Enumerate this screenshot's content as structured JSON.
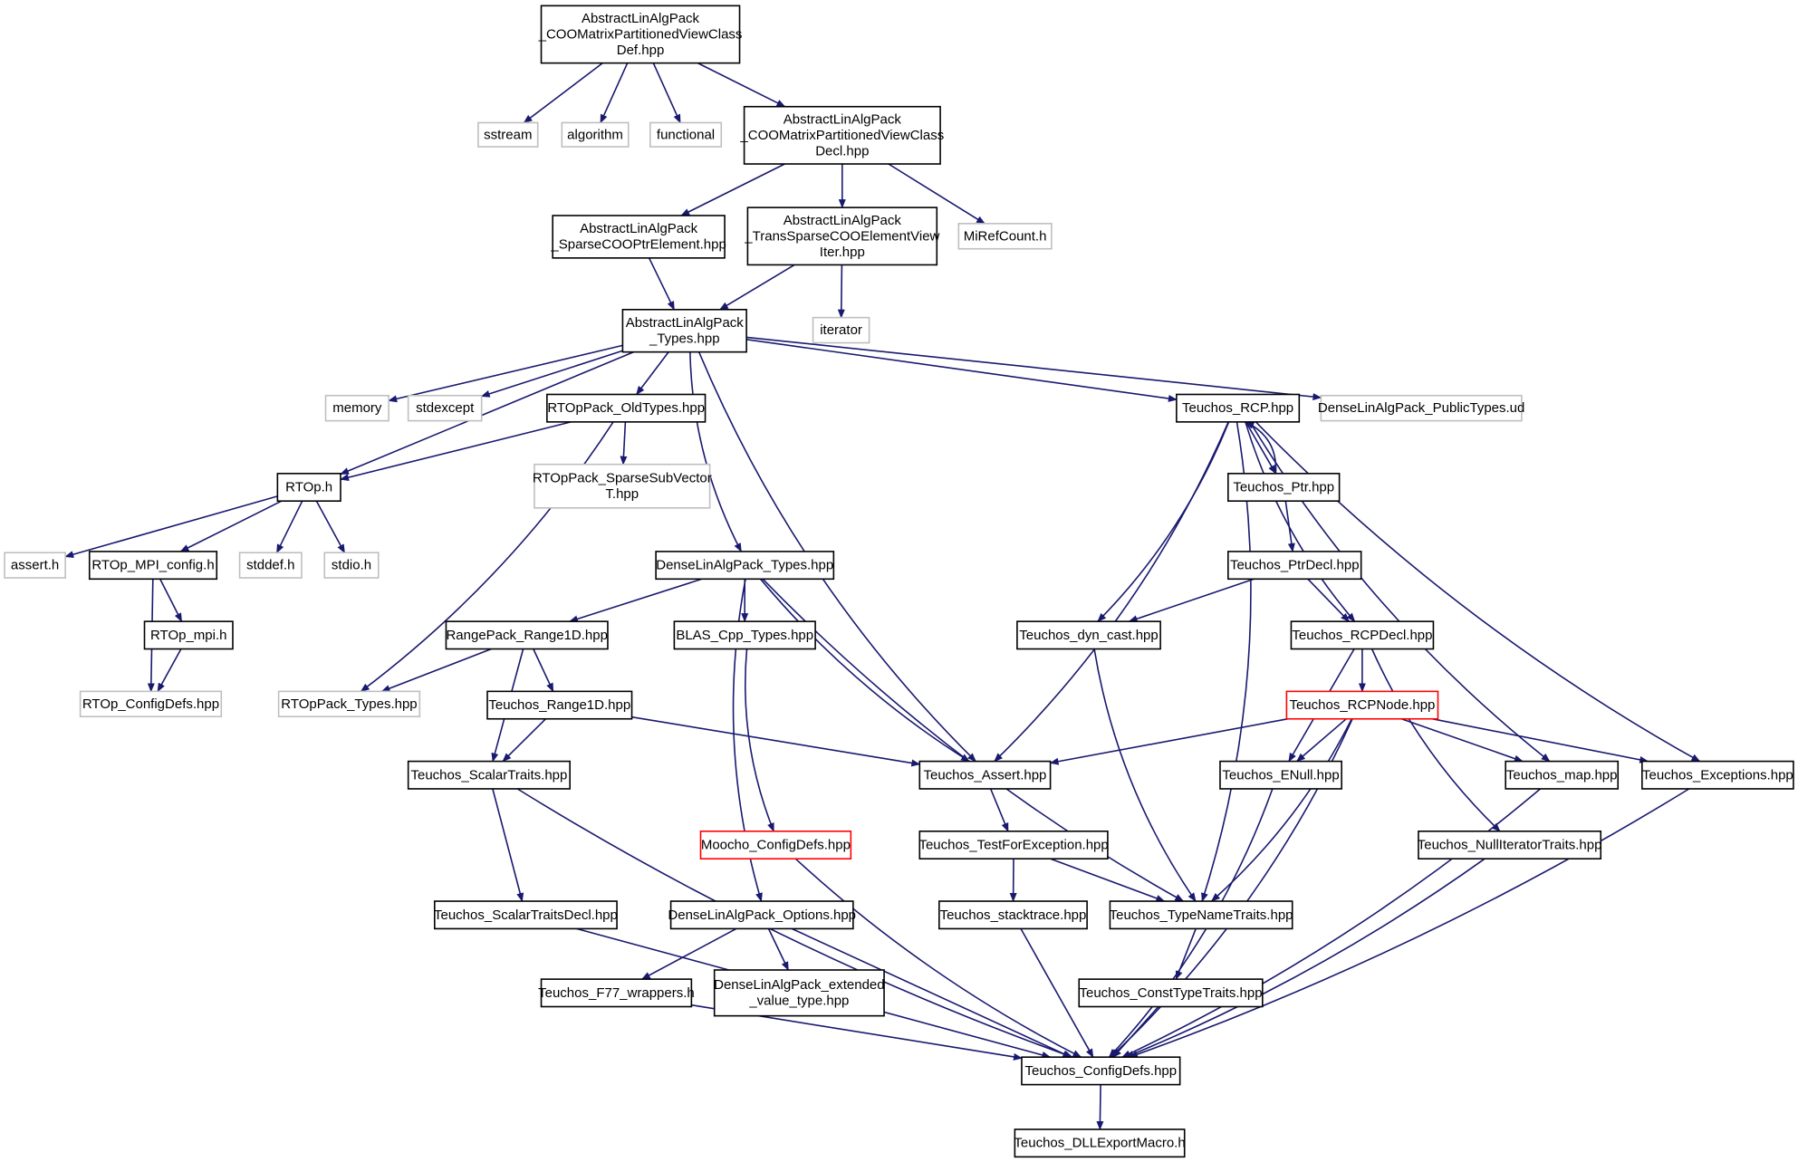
{
  "colors": {
    "edge": "#191970",
    "node_border": "#000000",
    "node_border_external": "#bfbfbf",
    "node_border_truncated": "#ff0000",
    "node_fill_root": "#bfbfbf",
    "node_fill": "#ffffff"
  },
  "nodes": [
    {
      "id": "root",
      "lines": [
        "AbstractLinAlgPack",
        "_COOMatrixPartitionedViewClass",
        "Def.hpp"
      ],
      "kind": "root"
    },
    {
      "id": "sstream",
      "lines": [
        "sstream"
      ],
      "kind": "external"
    },
    {
      "id": "algorithm",
      "lines": [
        "algorithm"
      ],
      "kind": "external"
    },
    {
      "id": "functional",
      "lines": [
        "functional"
      ],
      "kind": "external"
    },
    {
      "id": "decl",
      "lines": [
        "AbstractLinAlgPack",
        "_COOMatrixPartitionedViewClass",
        "Decl.hpp"
      ],
      "kind": "normal"
    },
    {
      "id": "sparsecoo",
      "lines": [
        "AbstractLinAlgPack",
        "_SparseCOOPtrElement.hpp"
      ],
      "kind": "normal"
    },
    {
      "id": "transsparse",
      "lines": [
        "AbstractLinAlgPack",
        "_TransSparseCOOElementView",
        "Iter.hpp"
      ],
      "kind": "normal"
    },
    {
      "id": "mirefcount",
      "lines": [
        "MiRefCount.h"
      ],
      "kind": "external"
    },
    {
      "id": "altypes",
      "lines": [
        "AbstractLinAlgPack",
        "_Types.hpp"
      ],
      "kind": "normal"
    },
    {
      "id": "iterator",
      "lines": [
        "iterator"
      ],
      "kind": "external"
    },
    {
      "id": "memory",
      "lines": [
        "memory"
      ],
      "kind": "external"
    },
    {
      "id": "stdexcept",
      "lines": [
        "stdexcept"
      ],
      "kind": "external"
    },
    {
      "id": "oldtypes",
      "lines": [
        "RTOpPack_OldTypes.hpp"
      ],
      "kind": "normal"
    },
    {
      "id": "rcp",
      "lines": [
        "Teuchos_RCP.hpp"
      ],
      "kind": "normal"
    },
    {
      "id": "publictypes",
      "lines": [
        "DenseLinAlgPack_PublicTypes.ud"
      ],
      "kind": "external"
    },
    {
      "id": "rtop",
      "lines": [
        "RTOp.h"
      ],
      "kind": "normal"
    },
    {
      "id": "sparsesubvec",
      "lines": [
        "RTOpPack_SparseSubVector",
        "T.hpp"
      ],
      "kind": "external"
    },
    {
      "id": "ptr",
      "lines": [
        "Teuchos_Ptr.hpp"
      ],
      "kind": "normal"
    },
    {
      "id": "asserth",
      "lines": [
        "assert.h"
      ],
      "kind": "external"
    },
    {
      "id": "mpiconfig",
      "lines": [
        "RTOp_MPI_config.h"
      ],
      "kind": "normal"
    },
    {
      "id": "stddef",
      "lines": [
        "stddef.h"
      ],
      "kind": "external"
    },
    {
      "id": "stdio",
      "lines": [
        "stdio.h"
      ],
      "kind": "external"
    },
    {
      "id": "dltypes",
      "lines": [
        "DenseLinAlgPack_Types.hpp"
      ],
      "kind": "normal"
    },
    {
      "id": "ptrdecl",
      "lines": [
        "Teuchos_PtrDecl.hpp"
      ],
      "kind": "normal"
    },
    {
      "id": "rtopmpi",
      "lines": [
        "RTOp_mpi.h"
      ],
      "kind": "normal"
    },
    {
      "id": "range1d",
      "lines": [
        "RangePack_Range1D.hpp"
      ],
      "kind": "normal"
    },
    {
      "id": "blas",
      "lines": [
        "BLAS_Cpp_Types.hpp"
      ],
      "kind": "normal"
    },
    {
      "id": "dyncast",
      "lines": [
        "Teuchos_dyn_cast.hpp"
      ],
      "kind": "normal"
    },
    {
      "id": "rcpdecl",
      "lines": [
        "Teuchos_RCPDecl.hpp"
      ],
      "kind": "normal"
    },
    {
      "id": "rtopconfig",
      "lines": [
        "RTOp_ConfigDefs.hpp"
      ],
      "kind": "external"
    },
    {
      "id": "rtoppacktypes",
      "lines": [
        "RTOpPack_Types.hpp"
      ],
      "kind": "external"
    },
    {
      "id": "trange1d",
      "lines": [
        "Teuchos_Range1D.hpp"
      ],
      "kind": "normal"
    },
    {
      "id": "rcpnode",
      "lines": [
        "Teuchos_RCPNode.hpp"
      ],
      "kind": "truncated"
    },
    {
      "id": "scalartraits",
      "lines": [
        "Teuchos_ScalarTraits.hpp"
      ],
      "kind": "normal"
    },
    {
      "id": "tassert",
      "lines": [
        "Teuchos_Assert.hpp"
      ],
      "kind": "normal"
    },
    {
      "id": "enull",
      "lines": [
        "Teuchos_ENull.hpp"
      ],
      "kind": "normal"
    },
    {
      "id": "tmap",
      "lines": [
        "Teuchos_map.hpp"
      ],
      "kind": "normal"
    },
    {
      "id": "texceptions",
      "lines": [
        "Teuchos_Exceptions.hpp"
      ],
      "kind": "normal"
    },
    {
      "id": "moocho",
      "lines": [
        "Moocho_ConfigDefs.hpp"
      ],
      "kind": "truncated"
    },
    {
      "id": "testfor",
      "lines": [
        "Teuchos_TestForException.hpp"
      ],
      "kind": "normal"
    },
    {
      "id": "nulliter",
      "lines": [
        "Teuchos_NullIteratorTraits.hpp"
      ],
      "kind": "normal"
    },
    {
      "id": "scalartraitsdecl",
      "lines": [
        "Teuchos_ScalarTraitsDecl.hpp"
      ],
      "kind": "normal"
    },
    {
      "id": "dloptions",
      "lines": [
        "DenseLinAlgPack_Options.hpp"
      ],
      "kind": "normal"
    },
    {
      "id": "stacktrace",
      "lines": [
        "Teuchos_stacktrace.hpp"
      ],
      "kind": "normal"
    },
    {
      "id": "typename",
      "lines": [
        "Teuchos_TypeNameTraits.hpp"
      ],
      "kind": "normal"
    },
    {
      "id": "f77",
      "lines": [
        "Teuchos_F77_wrappers.h"
      ],
      "kind": "normal"
    },
    {
      "id": "extvalue",
      "lines": [
        "DenseLinAlgPack_extended",
        "_value_type.hpp"
      ],
      "kind": "normal"
    },
    {
      "id": "consttype",
      "lines": [
        "Teuchos_ConstTypeTraits.hpp"
      ],
      "kind": "normal"
    },
    {
      "id": "configdefs",
      "lines": [
        "Teuchos_ConfigDefs.hpp"
      ],
      "kind": "normal"
    },
    {
      "id": "dllexport",
      "lines": [
        "Teuchos_DLLExportMacro.h"
      ],
      "kind": "normal"
    }
  ],
  "edges": [
    {
      "from": "root",
      "to": "sstream"
    },
    {
      "from": "root",
      "to": "algorithm"
    },
    {
      "from": "root",
      "to": "functional"
    },
    {
      "from": "root",
      "to": "decl"
    },
    {
      "from": "decl",
      "to": "sparsecoo"
    },
    {
      "from": "decl",
      "to": "transsparse"
    },
    {
      "from": "decl",
      "to": "mirefcount"
    },
    {
      "from": "sparsecoo",
      "to": "altypes"
    },
    {
      "from": "transsparse",
      "to": "altypes"
    },
    {
      "from": "transsparse",
      "to": "iterator"
    },
    {
      "from": "altypes",
      "to": "memory"
    },
    {
      "from": "altypes",
      "to": "stdexcept"
    },
    {
      "from": "altypes",
      "to": "rtop"
    },
    {
      "from": "altypes",
      "to": "oldtypes"
    },
    {
      "from": "altypes",
      "to": "dltypes"
    },
    {
      "from": "altypes",
      "to": "tassert"
    },
    {
      "from": "altypes",
      "to": "rcp"
    },
    {
      "from": "altypes",
      "to": "publictypes"
    },
    {
      "from": "oldtypes",
      "to": "rtop"
    },
    {
      "from": "oldtypes",
      "to": "sparsesubvec"
    },
    {
      "from": "oldtypes",
      "to": "rtoppacktypes"
    },
    {
      "from": "rtop",
      "to": "asserth"
    },
    {
      "from": "rtop",
      "to": "mpiconfig"
    },
    {
      "from": "rtop",
      "to": "stddef"
    },
    {
      "from": "rtop",
      "to": "stdio"
    },
    {
      "from": "mpiconfig",
      "to": "rtopmpi"
    },
    {
      "from": "mpiconfig",
      "to": "rtopconfig"
    },
    {
      "from": "rtopmpi",
      "to": "rtopconfig"
    },
    {
      "from": "dltypes",
      "to": "range1d"
    },
    {
      "from": "dltypes",
      "to": "blas"
    },
    {
      "from": "dltypes",
      "to": "dloptions"
    },
    {
      "from": "dltypes",
      "to": "tassert"
    },
    {
      "from": "dltypes",
      "to": "typename"
    },
    {
      "from": "range1d",
      "to": "rtoppacktypes"
    },
    {
      "from": "range1d",
      "to": "trange1d"
    },
    {
      "from": "range1d",
      "to": "scalartraits"
    },
    {
      "from": "trange1d",
      "to": "scalartraits"
    },
    {
      "from": "trange1d",
      "to": "tassert"
    },
    {
      "from": "blas",
      "to": "moocho"
    },
    {
      "from": "scalartraits",
      "to": "scalartraitsdecl"
    },
    {
      "from": "scalartraits",
      "to": "configdefs"
    },
    {
      "from": "scalartraitsdecl",
      "to": "configdefs"
    },
    {
      "from": "dloptions",
      "to": "f77"
    },
    {
      "from": "dloptions",
      "to": "extvalue"
    },
    {
      "from": "dloptions",
      "to": "configdefs"
    },
    {
      "from": "f77",
      "to": "configdefs"
    },
    {
      "from": "moocho",
      "to": "configdefs"
    },
    {
      "from": "rcp",
      "to": "ptr"
    },
    {
      "from": "ptr",
      "to": "rcp"
    },
    {
      "from": "rcp",
      "to": "tassert"
    },
    {
      "from": "rcp",
      "to": "dyncast"
    },
    {
      "from": "rcp",
      "to": "typename"
    },
    {
      "from": "rcp",
      "to": "rcpdecl"
    },
    {
      "from": "rcp",
      "to": "tmap"
    },
    {
      "from": "rcp",
      "to": "texceptions"
    },
    {
      "from": "ptr",
      "to": "ptrdecl"
    },
    {
      "from": "ptrdecl",
      "to": "dyncast"
    },
    {
      "from": "ptrdecl",
      "to": "rcpdecl"
    },
    {
      "from": "rcpdecl",
      "to": "rcpnode"
    },
    {
      "from": "rcpdecl",
      "to": "enull"
    },
    {
      "from": "rcpdecl",
      "to": "nulliter"
    },
    {
      "from": "rcpnode",
      "to": "tassert"
    },
    {
      "from": "rcpnode",
      "to": "enull"
    },
    {
      "from": "rcpnode",
      "to": "tmap"
    },
    {
      "from": "rcpnode",
      "to": "texceptions"
    },
    {
      "from": "rcpnode",
      "to": "typename"
    },
    {
      "from": "rcpnode",
      "to": "configdefs"
    },
    {
      "from": "dyncast",
      "to": "typename"
    },
    {
      "from": "tassert",
      "to": "testfor"
    },
    {
      "from": "testfor",
      "to": "stacktrace"
    },
    {
      "from": "testfor",
      "to": "typename"
    },
    {
      "from": "stacktrace",
      "to": "configdefs"
    },
    {
      "from": "typename",
      "to": "consttype"
    },
    {
      "from": "consttype",
      "to": "configdefs"
    },
    {
      "from": "enull",
      "to": "configdefs"
    },
    {
      "from": "tmap",
      "to": "configdefs"
    },
    {
      "from": "texceptions",
      "to": "configdefs"
    },
    {
      "from": "nulliter",
      "to": "configdefs"
    },
    {
      "from": "configdefs",
      "to": "dllexport"
    }
  ]
}
